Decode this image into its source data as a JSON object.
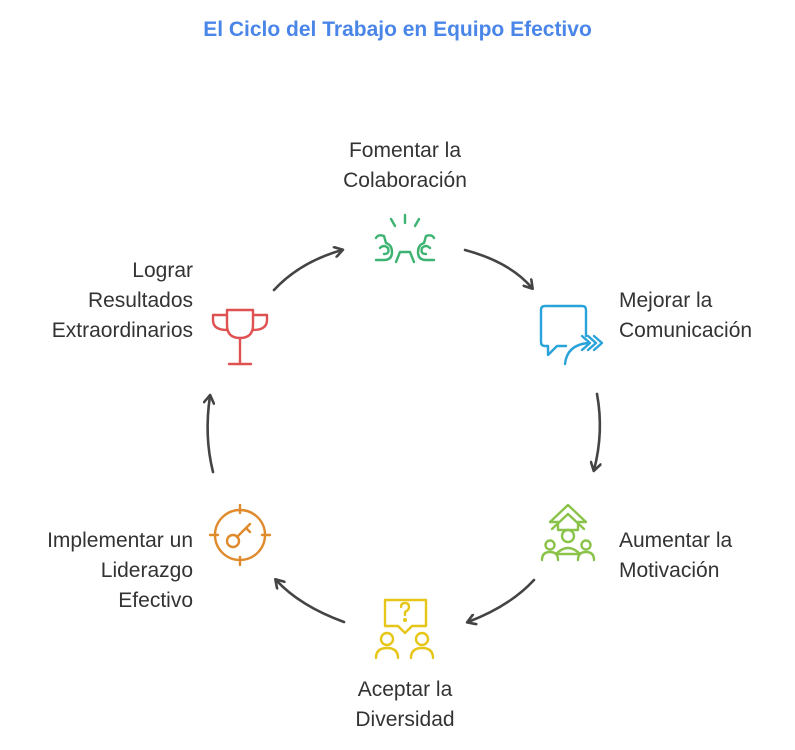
{
  "title": "El Ciclo del Trabajo en Equipo Efectivo",
  "steps": [
    {
      "label": "Fomentar la\nColaboración",
      "icon": "handshake-collaboration-icon",
      "color": "#3cb371"
    },
    {
      "label": "Mejorar la\nComunicación",
      "icon": "chat-forward-icon",
      "color": "#29a3d9"
    },
    {
      "label": "Aumentar la\nMotivación",
      "icon": "team-growth-icon",
      "color": "#8bc34a"
    },
    {
      "label": "Aceptar la\nDiversidad",
      "icon": "people-question-icon",
      "color": "#e6c619"
    },
    {
      "label": "Implementar un\nLiderazgo\nEfectivo",
      "icon": "target-key-icon",
      "color": "#e08a2b"
    },
    {
      "label": "Lograr\nResultados\nExtraordinarios",
      "icon": "trophy-icon",
      "color": "#e05252"
    }
  ],
  "arrow_color": "#444444"
}
